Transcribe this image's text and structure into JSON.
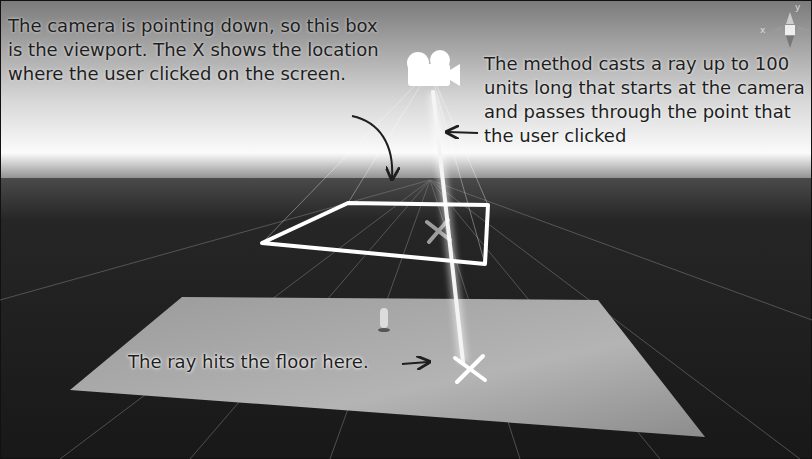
{
  "diagram": {
    "labels": [
      "The camera is pointing down, so this box is the viewport. The X shows the location where the user clicked on the screen.",
      "The method casts a ray up to 100 units long that starts at the camera and passes through the point that the user clicked",
      "The ray hits the floor here.",
      "y",
      "x"
    ]
  }
}
